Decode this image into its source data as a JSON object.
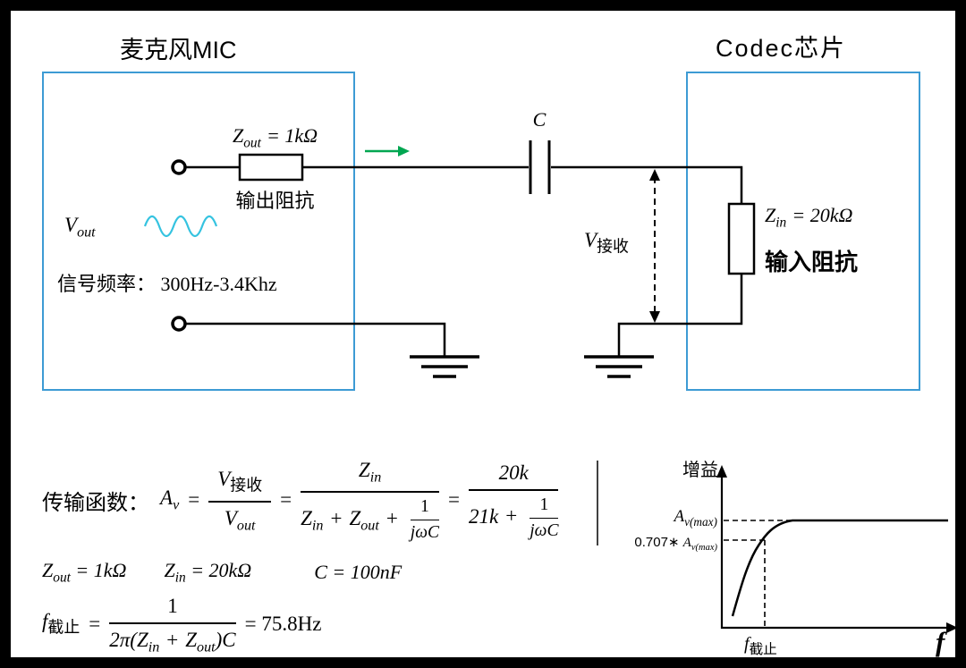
{
  "titles": {
    "mic": "麦克风MIC",
    "codec": "Codec芯片"
  },
  "mic": {
    "zout_base": "Z",
    "zout_sub": "out",
    "zout_eq": "= 1kΩ",
    "output_impedance": "输出阻抗",
    "vout_base": "V",
    "vout_sub": "out",
    "signal_freq": "信号频率： 300Hz-3.4Khz"
  },
  "coupling": {
    "cap": "C",
    "vrec_base": "V",
    "vrec_sub": "接收"
  },
  "codec": {
    "zin_base": "Z",
    "zin_sub": "in",
    "zin_eq": "= 20kΩ",
    "input_impedance": "输入阻抗"
  },
  "eq_transfer": {
    "label": "传输函数：",
    "av_base": "A",
    "av_sub": "v",
    "eq": "=",
    "v_base": "V",
    "rec_sub": "接收",
    "out_sub": "out",
    "z_base": "Z",
    "in_sub": "in",
    "plus": "+",
    "one": "1",
    "jwc": "jωC",
    "num3": "20k",
    "den3_first": "21k"
  },
  "eq_values": {
    "zout_base": "Z",
    "zout_sub": "out",
    "zout_eq": "= 1kΩ",
    "zin_base": "Z",
    "zin_sub": "in",
    "zin_eq": "= 20kΩ",
    "c_base": "C",
    "c_eq": "= 100nF"
  },
  "eq_cutoff": {
    "f_base": "f",
    "f_sub": "截止",
    "eq": "=",
    "num": "1",
    "den_open": "2π(",
    "z_base": "Z",
    "in_sub": "in",
    "plus": "+",
    "out_sub": "out",
    "den_close": ")C",
    "result": "= 75.8Hz"
  },
  "graph": {
    "ylabel": "增益",
    "av_base": "A",
    "avmax_sub": "v(max)",
    "ratio": "0.707∗",
    "f_base": "f",
    "f_sub": "截止",
    "xlabel": "f"
  }
}
